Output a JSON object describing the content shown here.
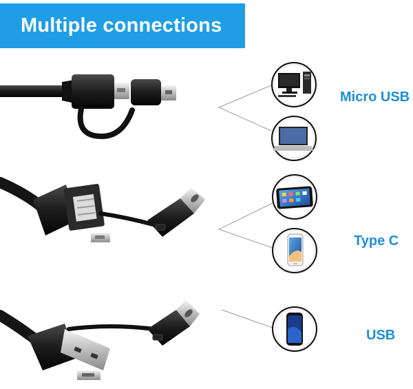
{
  "banner": {
    "title": "Multiple connections",
    "color": "#1f9ee6"
  },
  "accent_color": "#1f8fd6",
  "connections": [
    {
      "label": "Micro USB",
      "cable_icon": "micro-usb-otg-cable-icon",
      "device_icons": [
        "desktop-computer-icon",
        "laptop-icon"
      ]
    },
    {
      "label": "Type C",
      "cable_icon": "type-c-adapter-cable-icon",
      "device_icons": [
        "tablet-icon",
        "smartphone-icon"
      ]
    },
    {
      "label": "USB",
      "cable_icon": "usb-a-cable-icon",
      "device_icons": [
        "smartphone-icon"
      ]
    }
  ]
}
